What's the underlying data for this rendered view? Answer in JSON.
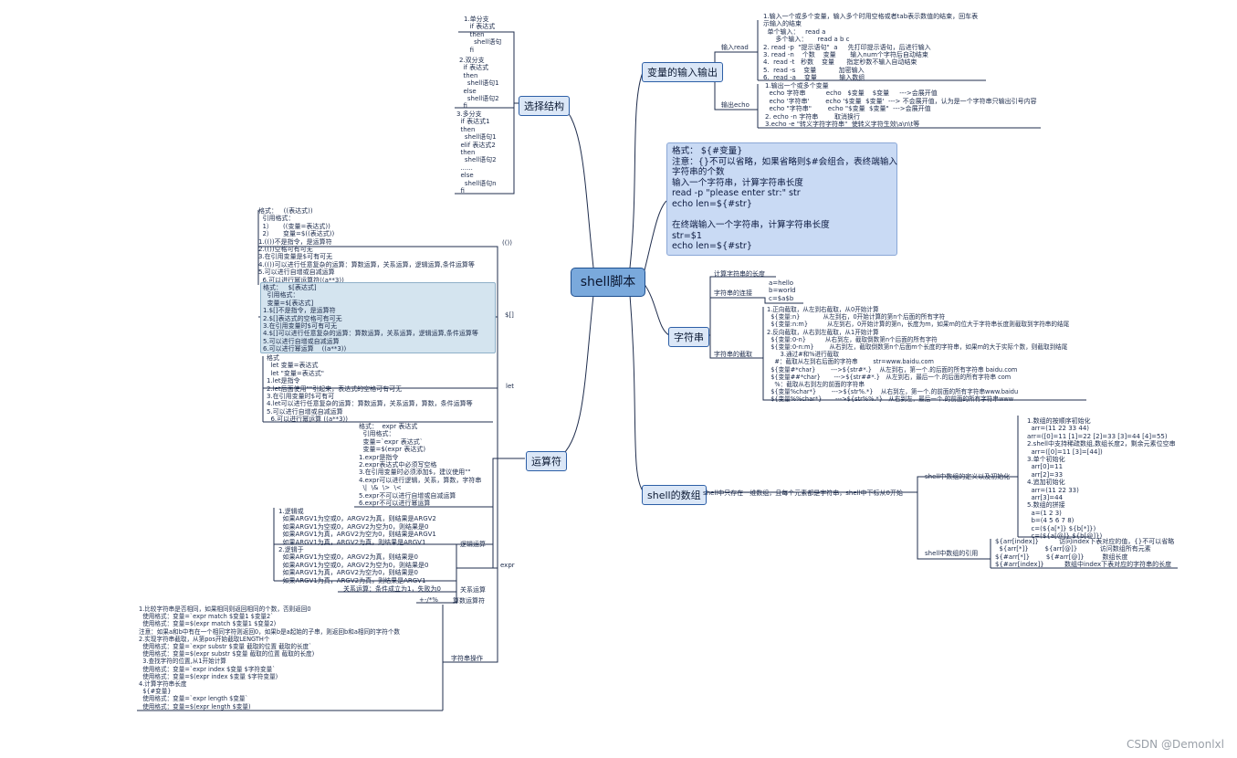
{
  "root": "shell脚本",
  "topics": {
    "io": "变量的输入输出",
    "select": "选择结构",
    "strlen_box": "格式： ${#变量}\n注意：{}不可以省略，如果省略则$#会组合，表终端输入\n字符串的个数\n输入一个字符串，计算字符串长度\nread -p \"please enter str:\" str\necho len=${#str}\n\n在终端输入一个字符串，计算字符串长度\nstr=$1\necho len=${#str}",
    "string": "字符串",
    "operator": "运算符",
    "array": "shell的数组"
  },
  "io": {
    "input_label": "输入read",
    "input_note": "1.输入一个或多个变量，输入多个时用空格或者tab表示数值的结束，回车表\n示输入的结束\n  单个输入：   read a\n      多个输入：     read a b c\n2. read -p  \"提示语句\"  a     先打印提示语句，后进行输入\n3. read -n    个数    变量       输入num个字符后自动结束\n4.  read -t   秒数    变量      指定秒数不输入自动结束\n5.  read -s    变量           加密输入\n6.  read -a    变量           输入数组",
    "output_label": "输出echo",
    "output_note": "1.输出一个或多个变量\n  echo 字符串          echo   $变量    $变量     --->会展开值\n  echo '字符串'        echo '$变量  $变量'  ---> 不会展开值，认为是一个字符串只输出引号内容\n  echo \"字符串\"        echo \"$变量  $变量\"  --->会展开值\n2. echo -n 字符串        取消换行\n3.echo -e \"转义字符字符串\"  使转义字符生效\\a\\n\\t等"
  },
  "select": {
    "single": "1.单分支\n   if 表达式\n   then\n     shell语句\n   fi",
    "double": "2.双分支\n  if 表达式\n  then\n    shell语句1\n  else\n    shell语句2\n  fi",
    "multi": "3.多分支\n  if 表达式1\n  then\n    shell语句1\n  elif 表达式2\n  then\n    shell语句2\n  ......\n  else\n    shell语句n\n  fi"
  },
  "operator": {
    "paren_label": "(())",
    "paren_note": "格式：   ((表达式))\n  引用格式：\n  1）     ((变量=表达式))\n  2）     变量=$((表达式))\n1.(())不是指令，是运算符\n2.(())空格可有可无\n3.在引用变量是$可有可无\n4.(())可以进行任意复杂的运算：算数运算，关系运算，逻辑运算,条件运算等\n5.可以进行自增或自减运算\n  6.可以进行幂运算符((a**3))",
    "bracket_label": "$[]",
    "bracket_note": "格式：   $[表达式]\n  引用格式：\n  变量=$[表达式]\n1.$[]不是指令，是运算符\n2.$[]表达式的空格可有可无\n3.在引用变量时$可有可无\n4.$[]可以进行任意复杂的运算：算数运算，关系运算，逻辑运算,条件运算等\n5.可以进行自增或自减运算\n6.可以进行幂运算    ((a**3))",
    "let_label": "let",
    "let_note": "格式\n  let 变量=表达式\n  let \"变量=表达式\"\n1.let是指令\n2.let后面使用\"\"引起来，表达式的空格可有可无\n3.在引用变量时$可有可\n4.let可以进行任意复杂的运算：算数运算，关系运算，算数，条件运算等\n5.可以进行自增或自减运算\n  6.可以进行幂运算 ((a**3))",
    "expr_label": "expr",
    "expr_note": "格式：  expr 表达式\n  引用格式：\n  变量=`expr 表达式`\n  变量=$(expr 表达式)\n1.expr是指令\n2.expr表达式中必须写空格\n3.在引用变量时必须添加$，建议使用\"\"\n4.expr可以进行逻辑，关系，算数，字符串\n  \\|  \\&  \\>  \\<\n5.expr不可以进行自增或自减运算\n6.expr不可以进行幂运算",
    "logic_label": "逻辑运算",
    "logic_note": "1.逻辑或\n  如果ARGV1为空或0，ARGV2为真，则结果是ARGV2\n  如果ARGV1为空或0，ARGV2为空为0，则结果是0\n  如果ARGV1为真，ARGV2为空为0，则结果是ARGV1\n  如果ARGV1为真，ARGV2为真，则结果是ARGV1\n2.逻辑于\n  如果ARGV1为空或0，ARGV2为真，则结果是0\n  如果ARGV1为空或0，ARGV2为空为0，则结果是0\n  如果ARGV1为真，ARGV2为空为0，则结果是0\n  如果ARGV1为真，ARGV2为真，则结果是ARGV1",
    "rel_label": "关系运算",
    "rel_note": "关系运算：条件成立为1，失败为0",
    "arith_label": "算数运算符",
    "arith_note": "+-/*%",
    "strop_label": "字符串操作",
    "strop_note": "1.比较字符串是否相同，如果相同则返回相同的个数，否则返回0\n  使用格式：变量=`expr match $变量1 $变量2`\n  使用格式：变量=$(expr match $变量1 $变量2)\n注意：如果a和b中有在一个相同字符则返回0，如果b是a起始的子串，则返回b和a相同的字符个数\n2.实现字符串截取，从第pos开始截取LENGTH个\n  使用格式：变量=`expr substr $变量 截取的位置 截取的长度`\n  使用格式：变量=$(expr substr $变量 截取的位置 截取的长度)\n  3.查找字符的位置,从1开始计算\n  使用格式：变量=`expr index $变量 $字符变量`\n  使用格式：变量=$(expr index $变量 $字符变量)\n4.计算字符串长度\n  ${#变量}\n  使用格式：变量=`expr length $变量`\n  使用格式：变量=$(expr length $变量)"
  },
  "string": {
    "len_label": "计算字符串的长度",
    "concat_label": "字符串的连接",
    "concat_note": "a=hello\nb=world\nc=$a$b",
    "cut_label": "字符串的截取",
    "cut_note": "1.正向截取，从左到右截取，从0开始计算\n  ${变量:n}            从左到右，0开始计算的第n个后面的所有字符\n  ${变量:n:m}          从左到右，0开始计算的第n，长度为m，如果m的位大于字符串长度则截取到字符串的结尾\n2.反向截取，从右到左截取，从1开始计算\n  ${变量:0-n}          从右到左，截取倒数第n个后面的所有字符\n  ${变量:0-n:m}        从右到左，截取倒数第n个后面m个长度的字符串，如果m的大于实际个数，则截取到结尾\n       3.通过#和%进行截取\n    #：截取从左到右后面的字符串        str=www.baidu.com\n  ${变量#*char}        --->${str#*.}    从左到右，第一个.的后面的所有字符串 baidu.com\n  ${变量##*char}       --->${str##*.}   从左到右，最后一个.的后面的所有字符串 com\n    %：截取从右到左的前面的字符串\n  ${变量%char*}        --->${str%.*}    从右到左，第一个.的前面的所有字符串www.baidu\n  ${变量%%char*}       --->${str%%.*}   从右到左，最后一个.的前面的所有字符串www"
  },
  "array": {
    "intro": "shell中只存在一维数组，且每个元素都是字符串，shell中下标从0开始",
    "def_label": "shell中数组的定义以及初始化",
    "def_note": "1.数组的按顺序初始化\n  arr=(11 22 33 44)\narr=([0]=11 [1]=22 [2]=33 [3]=44 [4]=55)\n2.shell中支持稀疏数组,数组长度2，剩余元素位空串\n  arr=([0]=11 [3]=[44])\n3.单个初始化\n  arr[0]=11\n  arr[2]=33\n4.追加初始化\n  arr=(11 22 33)\n  arr[3]=44\n5.数组的拼接\n  a=(1 2 3)\n  b=(4 5 6 7 8)\n  c=(${a[*]} ${b[*]})\n  c=(${a[@]} ${b[@]})",
    "ref_label": "shell中数组的引用",
    "ref_note": "${arr[index]}          访问index下表对应的值，{}不可以省略\n  ${arr[*]}        ${arr[@]}           访问数组所有元素\n${#arr[*]}        ${#arr[@]}         数组长度\n${#arr[index]}          数组中index下表对应的字符串的长度"
  },
  "watermark": "CSDN @Demonlxl"
}
